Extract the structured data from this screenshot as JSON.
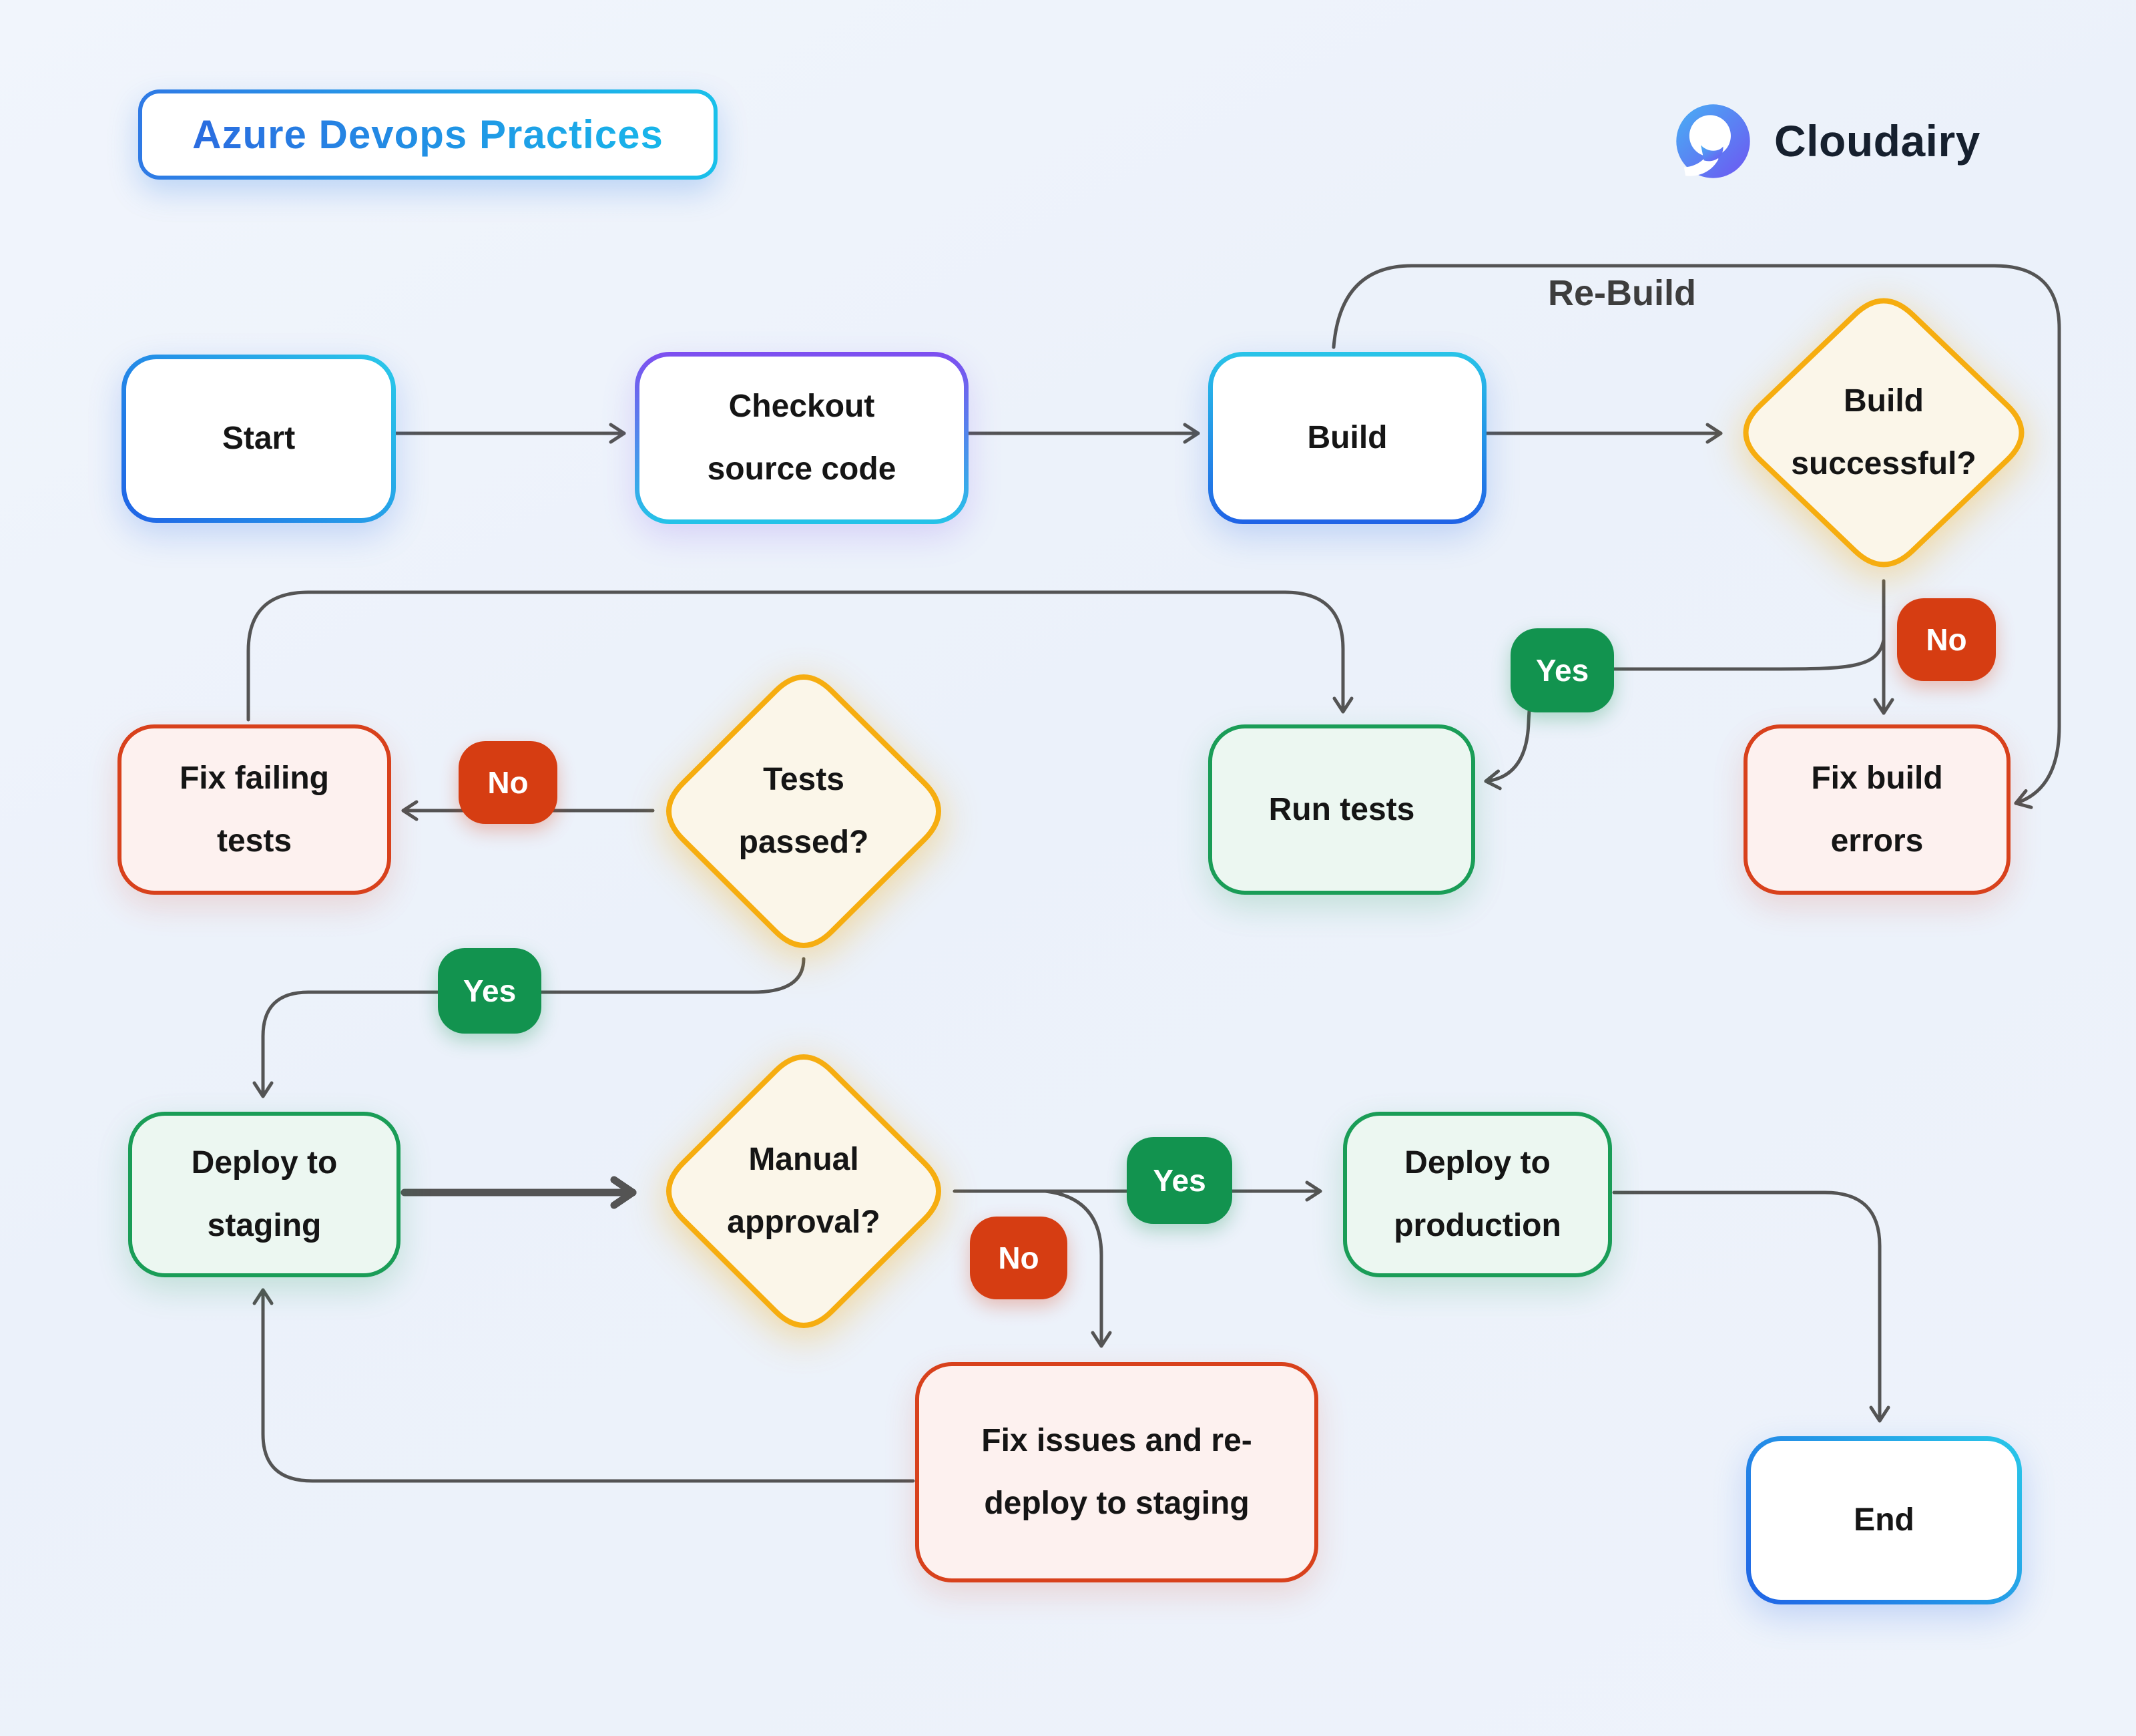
{
  "header": {
    "title": "Azure Devops Practices",
    "brand": "Cloudairy"
  },
  "nodes": {
    "start": {
      "label": "Start"
    },
    "checkout": {
      "label": "Checkout\nsource code"
    },
    "build": {
      "label": "Build"
    },
    "build_successful": {
      "label": "Build\nsuccessful?"
    },
    "fix_build_errors": {
      "label": "Fix build\nerrors"
    },
    "run_tests": {
      "label": "Run tests"
    },
    "tests_passed": {
      "label": "Tests\npassed?"
    },
    "fix_failing_tests": {
      "label": "Fix failing\ntests"
    },
    "deploy_staging": {
      "label": "Deploy to\nstaging"
    },
    "manual_approval": {
      "label": "Manual\napproval?"
    },
    "deploy_production": {
      "label": "Deploy to\nproduction"
    },
    "fix_issues": {
      "label": "Fix issues and re-\ndeploy to staging"
    },
    "end": {
      "label": "End"
    }
  },
  "edge_labels": {
    "rebuild": "Re-Build",
    "build_yes": "Yes",
    "build_no": "No",
    "tests_no": "No",
    "tests_yes": "Yes",
    "approval_yes": "Yes",
    "approval_no": "No"
  },
  "colors": {
    "blue": "#2063e6",
    "cyan": "#29c8e8",
    "purple": "#7e4ef0",
    "amber": "#f6ad10",
    "green_border": "#1a9d57",
    "green_fill": "#ecf7f1",
    "green_badge": "#12934f",
    "red_border": "#d8411c",
    "red_fill": "#fdf1ef",
    "red_badge": "#d63d12",
    "arrow": "#545454",
    "text": "#151515"
  }
}
